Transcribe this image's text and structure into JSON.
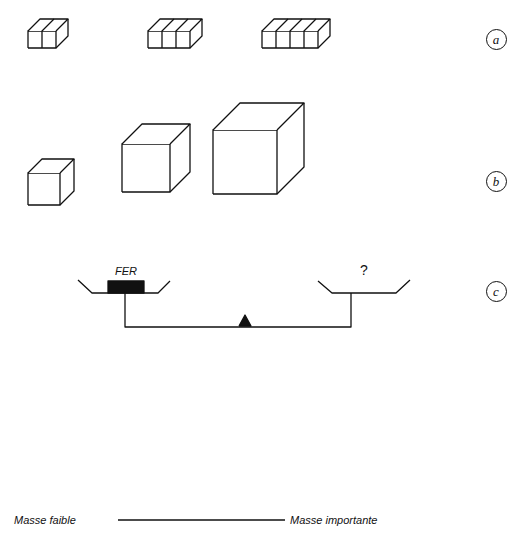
{
  "diagram": {
    "nodes": [
      {
        "text": [
          "a"
        ]
      },
      {
        "text": [
          "b"
        ]
      },
      {
        "text": [
          "c"
        ]
      }
    ],
    "labels": [
      "FER",
      "?",
      "Masse faible",
      "Masse importante"
    ]
  }
}
